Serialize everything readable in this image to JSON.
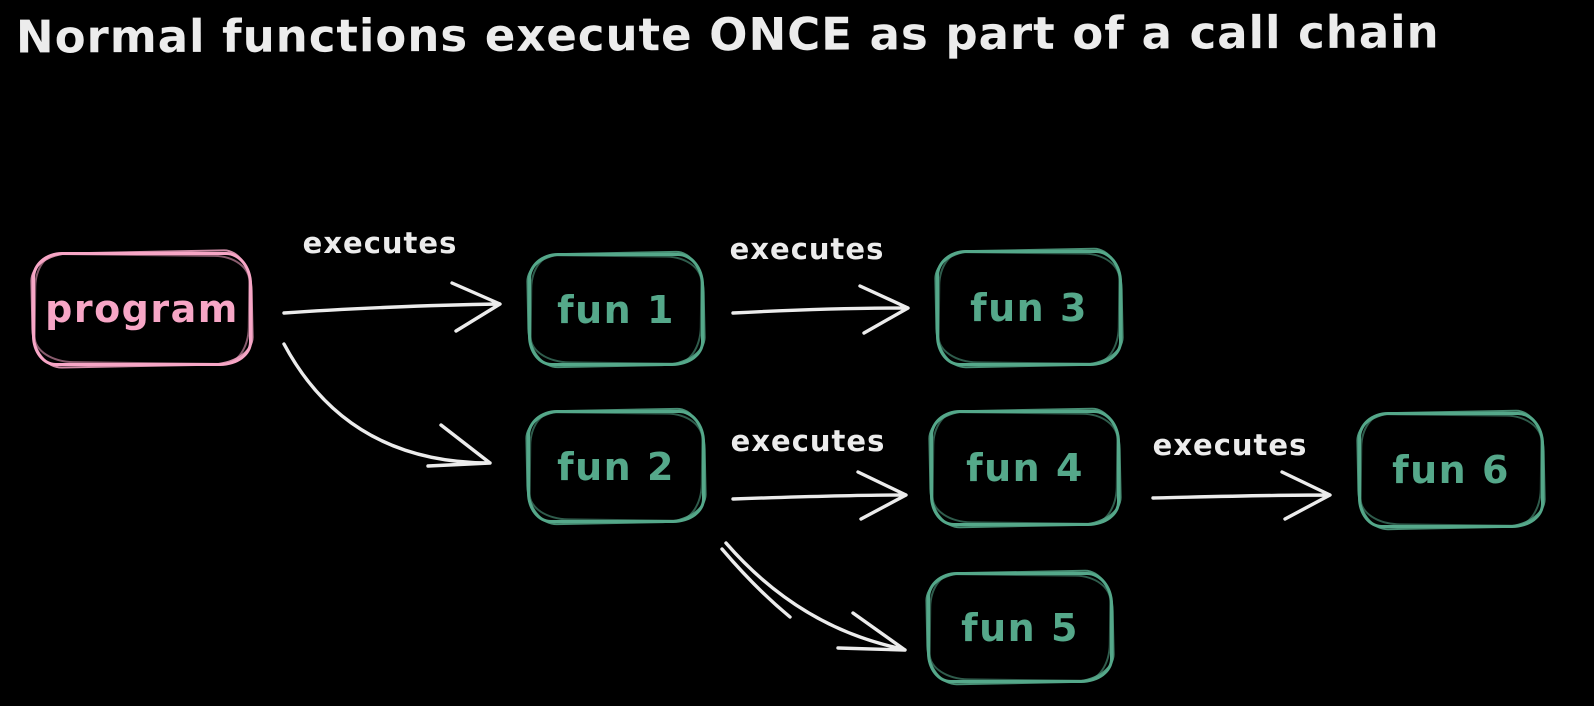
{
  "title": "Normal functions execute ONCE as part of a call chain",
  "colors": {
    "background": "#000000",
    "program": "#f7a6c6",
    "function": "#55a88a",
    "arrow": "#ececec",
    "label": "#ececec"
  },
  "nodes": [
    {
      "id": "program",
      "label": "program",
      "type": "program"
    },
    {
      "id": "fun1",
      "label": "fun 1",
      "type": "function"
    },
    {
      "id": "fun2",
      "label": "fun 2",
      "type": "function"
    },
    {
      "id": "fun3",
      "label": "fun 3",
      "type": "function"
    },
    {
      "id": "fun4",
      "label": "fun 4",
      "type": "function"
    },
    {
      "id": "fun5",
      "label": "fun 5",
      "type": "function"
    },
    {
      "id": "fun6",
      "label": "fun 6",
      "type": "function"
    }
  ],
  "edges": [
    {
      "from": "program",
      "to": "fun 1",
      "label": "executes"
    },
    {
      "from": "program",
      "to": "fun 2",
      "label": ""
    },
    {
      "from": "fun 1",
      "to": "fun 3",
      "label": "executes"
    },
    {
      "from": "fun 2",
      "to": "fun 4",
      "label": "executes"
    },
    {
      "from": "fun 2",
      "to": "fun 5",
      "label": ""
    },
    {
      "from": "fun 4",
      "to": "fun 6",
      "label": "executes"
    }
  ]
}
